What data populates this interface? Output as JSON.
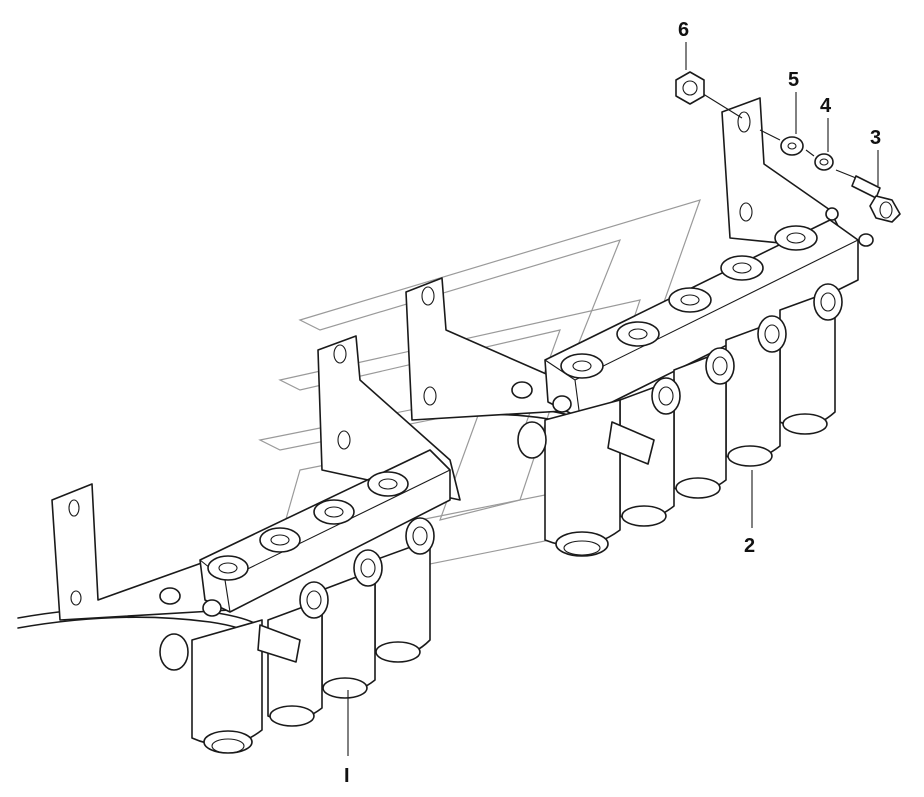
{
  "diagram": {
    "callouts": [
      {
        "id": "1",
        "label": "I"
      },
      {
        "id": "2",
        "label": "2"
      },
      {
        "id": "3",
        "label": "3"
      },
      {
        "id": "4",
        "label": "4"
      },
      {
        "id": "5",
        "label": "5"
      },
      {
        "id": "6",
        "label": "6"
      }
    ],
    "colors": {
      "line": "#1a1a1a",
      "watermark": "#9a9a9a",
      "background": "#ffffff"
    }
  }
}
